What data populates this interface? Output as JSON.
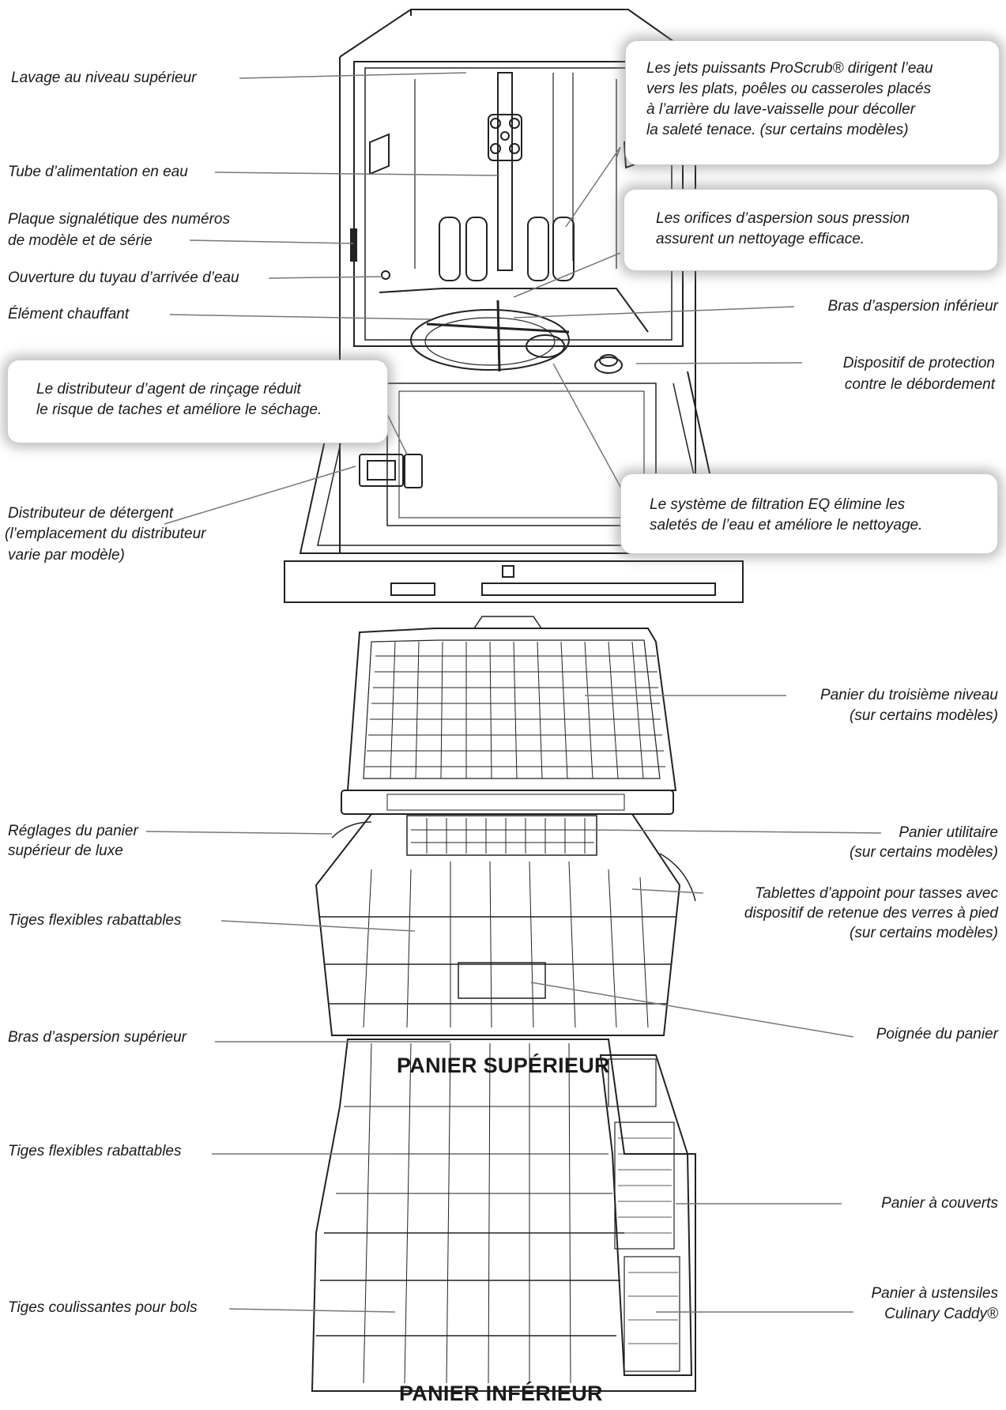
{
  "labels": {
    "lavage_superieur": "Lavage au niveau supérieur",
    "tube_alimentation": "Tube d’alimentation en eau",
    "plaque_1": "Plaque signalétique des numéros",
    "plaque_2": "de modèle et de série",
    "ouverture_tuyau": "Ouverture du tuyau d’arrivée d’eau",
    "element_chauffant": "Élément chauffant",
    "bras_inferieur": "Bras d’aspersion inférieur",
    "protection_1": "Dispositif de protection",
    "protection_2": "contre le débordement",
    "distributeur_det_1": "Distributeur de détergent",
    "distributeur_det_2": "(l’emplacement du distributeur",
    "distributeur_det_3": "varie par modèle)",
    "troisieme_1": "Panier du troisième niveau",
    "troisieme_2": "(sur certains modèles)",
    "reglages_1": "Réglages du panier",
    "reglages_2": "supérieur de luxe",
    "utilitaire_1": "Panier utilitaire",
    "utilitaire_2": "(sur certains modèles)",
    "tiges_rabattables_haut": "Tiges flexibles rabattables",
    "tablettes_1": "Tablettes d’appoint pour tasses avec",
    "tablettes_2": "dispositif de retenue des verres à pied",
    "tablettes_3": "(sur certains modèles)",
    "bras_superieur": "Bras d’aspersion supérieur",
    "poignee": "Poignée du panier",
    "tiges_rabattables_bas": "Tiges flexibles rabattables",
    "panier_couverts": "Panier à couverts",
    "tiges_coulissantes": "Tiges coulissantes pour bols",
    "caddy_1": "Panier à ustensiles",
    "caddy_2": "Culinary Caddy®"
  },
  "callouts": {
    "proscrub": [
      "Les jets puissants ProScrub® dirigent l’eau",
      "vers les plats, poêles ou casseroles placés",
      "à l’arrière du lave-vaisselle pour décoller",
      "la saleté tenace. (sur certains modèles)"
    ],
    "orifices": [
      "Les orifices d’aspersion sous pression",
      "assurent un nettoyage efficace."
    ],
    "rincage": [
      "Le distributeur d’agent de rinçage réduit",
      "le risque de taches et améliore le séchage."
    ],
    "filtration": [
      "Le système de filtration EQ élimine les",
      "saletés de l’eau et améliore le nettoyage."
    ]
  },
  "sections": {
    "upper": "PANIER SUPÉRIEUR",
    "lower": "PANIER INFÉRIEUR"
  }
}
